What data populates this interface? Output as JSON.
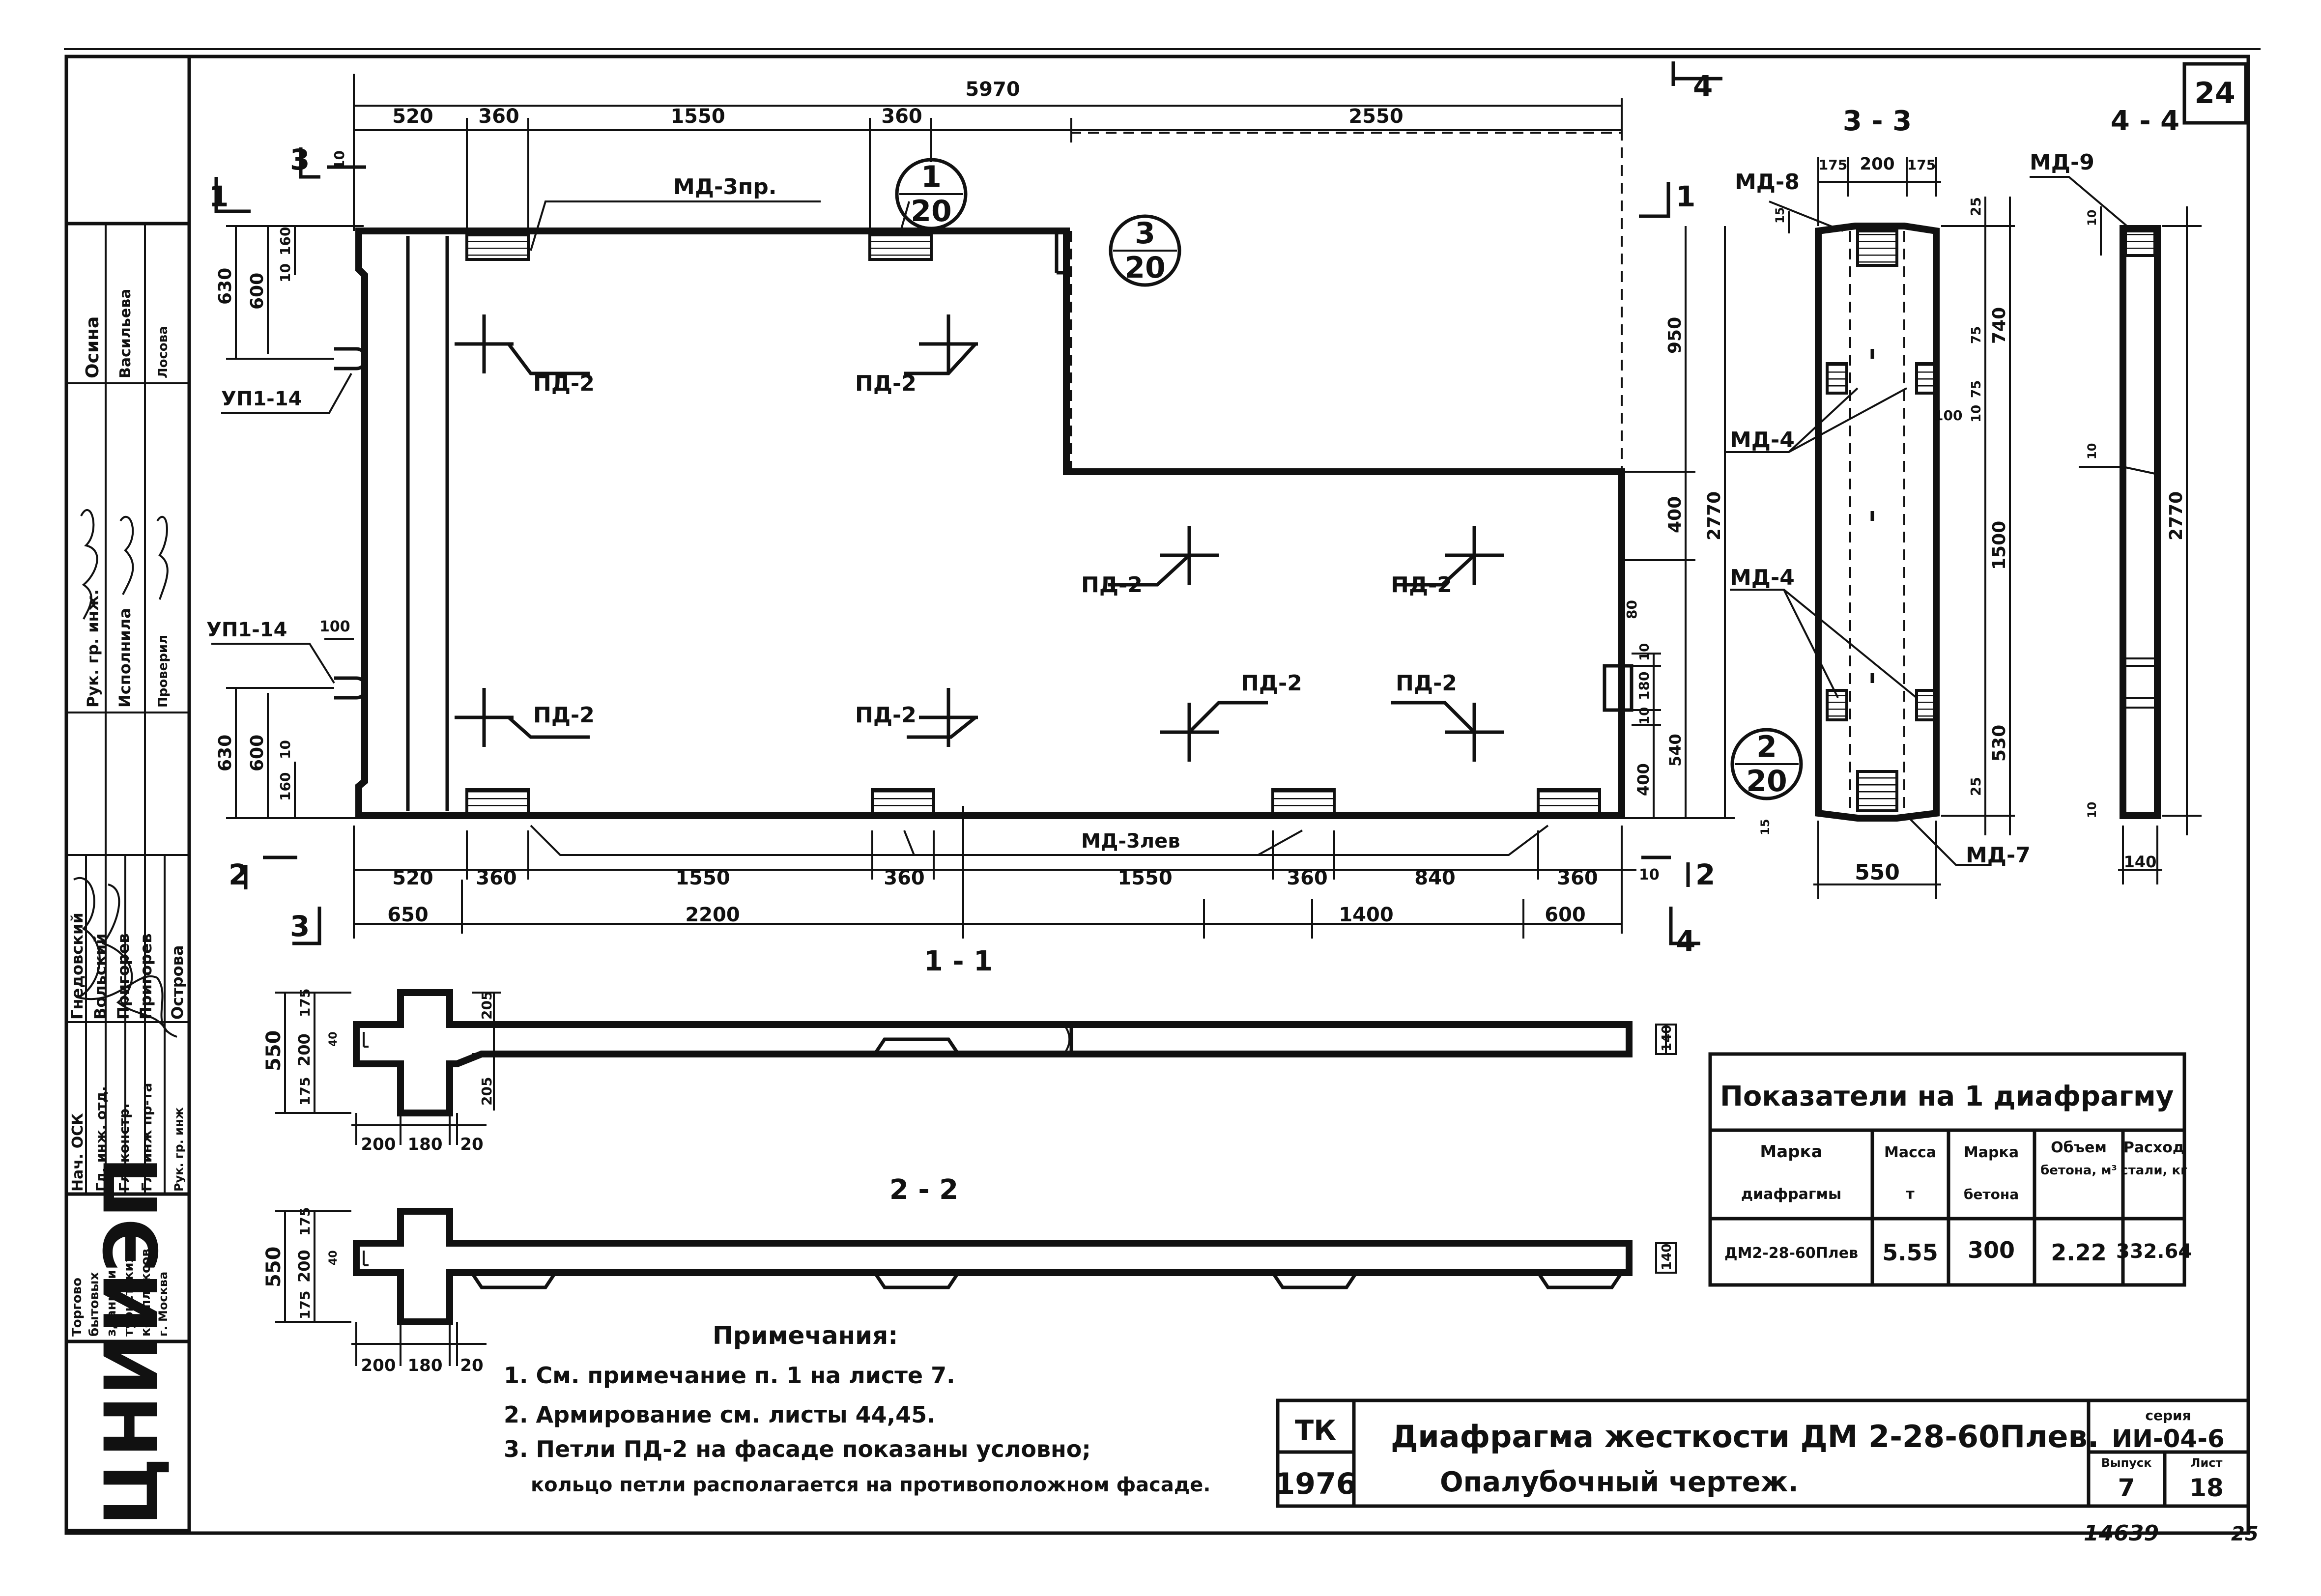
{
  "sheet_number": "24",
  "corner_note": "25",
  "inventory_number": "14639",
  "views": {
    "section_11": "1 - 1",
    "section_22": "2 - 2",
    "section_33": "3 - 3",
    "section_44": "4 - 4"
  },
  "cut_marks": {
    "m1": "1",
    "m2": "2",
    "m3": "3",
    "m4": "4"
  },
  "callouts": [
    {
      "top": "1",
      "bottom": "20"
    },
    {
      "top": "3",
      "bottom": "20"
    },
    {
      "top": "2",
      "bottom": "20"
    }
  ],
  "labels": {
    "md3pr": "МД-3пр.",
    "md3lev": "МД-3лев",
    "pd2": "ПД-2",
    "upl14": "УП1-14",
    "md8": "МД-8",
    "md4": "МД-4",
    "md7": "МД-7",
    "md9": "МД-9"
  },
  "dims": {
    "top_total": "5970",
    "top_520": "520",
    "top_360a": "360",
    "top_1550": "1550",
    "top_360b": "360",
    "top_2550": "2550",
    "top_10": "10",
    "left_630a": "630",
    "left_600a": "600",
    "left_160a": "160",
    "left_10a": "10",
    "left_100": "100",
    "left_630b": "630",
    "left_600b": "600",
    "left_160b": "160",
    "left_10b": "10",
    "right_950": "950",
    "right_400a": "400",
    "right_2770": "2770",
    "right_80": "80",
    "right_10": "10",
    "right_180": "180",
    "right_10b": "10",
    "right_540": "540",
    "right_400b": "400",
    "bot1_520": "520",
    "bot1_360a": "360",
    "bot1_1550a": "1550",
    "bot1_360b": "360",
    "bot1_1550b": "1550",
    "bot1_360c": "360",
    "bot1_840": "840",
    "bot1_360d": "360",
    "bot1_10": "10",
    "bot2_650": "650",
    "bot2_2200": "2200",
    "bot2_1400": "1400",
    "bot2_600": "600",
    "s33_175a": "175",
    "s33_200": "200",
    "s33_175b": "175",
    "s33_15a": "15",
    "s33_25a": "25",
    "s33_740": "740",
    "s33_75a": "75",
    "s33_100": "100",
    "s33_10": "10",
    "s33_75b": "75",
    "s33_1500": "1500",
    "s33_530": "530",
    "s33_25b": "25",
    "s33_15b": "15",
    "s33_550": "550",
    "s44_10a": "10",
    "s44_10b": "10",
    "s44_2770": "2770",
    "s44_10c": "10",
    "s44_140": "140",
    "sec_550": "550",
    "sec_175a": "175",
    "sec_200": "200",
    "sec_175b": "175",
    "sec_40": "40",
    "sec_205a": "205",
    "sec_205b": "205",
    "sec_140": "140",
    "sec_200w": "200",
    "sec_180w": "180",
    "sec_20w": "20"
  },
  "notes": {
    "title": "Примечания:",
    "items": [
      "1. См. примечание п. 1 на листе 7.",
      "2. Армирование см. листы 44,45.",
      "3. Петли ПД-2 на фасаде показаны условно;",
      "кольцо петли располагается на противоположном фасаде."
    ]
  },
  "indicators": {
    "title": "Показатели на 1 диафрагму",
    "headers": [
      "Марка диафрагмы",
      "Масса т",
      "Марка бетона",
      "Объем бетона, м³",
      "Расход стали, кг"
    ],
    "header_lines": [
      [
        "Марка",
        "диафрагмы"
      ],
      [
        "Масса",
        "т"
      ],
      [
        "Марка",
        "бетона"
      ],
      [
        "Объем",
        "бетона, м³"
      ],
      [
        "Расход",
        "стали, кг"
      ]
    ],
    "row": [
      "ДМ2-28-60Плев",
      "5.55",
      "300",
      "2.22",
      "332.64"
    ]
  },
  "title_block": {
    "tk": "ТК",
    "year": "1976",
    "title": "Диафрагма жесткости ДМ 2-28-60Плев.",
    "subtitle": "Опалубочный чертеж.",
    "series_label": "серия",
    "series": "ИИ-04-6",
    "issue_label": "Выпуск",
    "issue": "7",
    "sheet_label": "Лист",
    "sheet": "18"
  },
  "side_stamp": {
    "roles": [
      "Рук. гр. инж.",
      "Исполнила",
      "Проверил"
    ],
    "names": [
      "Осина",
      "Васильева",
      "Лосова"
    ],
    "roles2": [
      "Нач. ОСК",
      "Гл. инж. отд.",
      "Гл. констр.",
      "Гл. инж пр-та",
      "Рук. гр. инж"
    ],
    "names2": [
      "Гнедовский",
      "Вольский",
      "Пригорев",
      "Пригорев",
      "Острова"
    ],
    "org_lines": [
      "Торгово",
      "бытовых",
      "зданий и",
      "туристских",
      "комплексов",
      "г. Москва"
    ],
    "logo": "ЦНИИЭП"
  }
}
